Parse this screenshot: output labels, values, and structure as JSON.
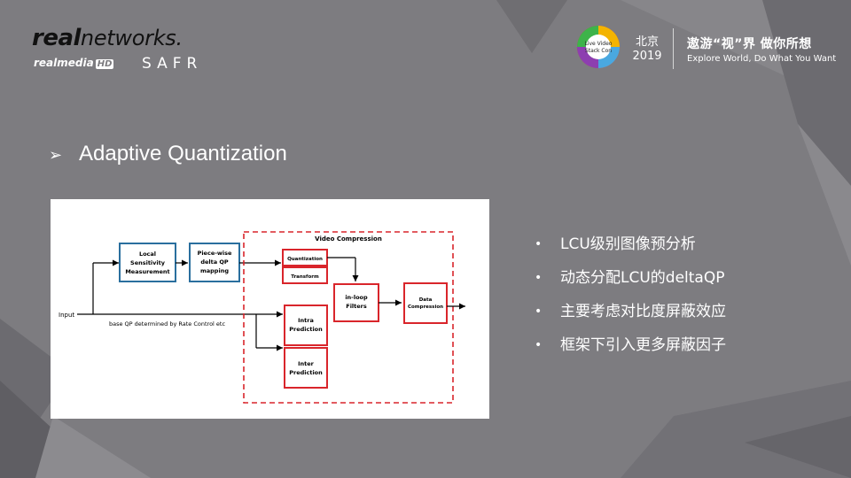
{
  "brand": {
    "real": "real",
    "networks": "networks.",
    "realmedia": "realmedia",
    "hd": "HD",
    "safr": "SAFR"
  },
  "event": {
    "logo_line1": "Live Video",
    "logo_line2": "Stack Con",
    "city": "北京",
    "year": "2019",
    "slogan_cn": "遨游“视”界  做你所想",
    "slogan_en": "Explore World, Do What You Want"
  },
  "heading": {
    "marker": "➢",
    "text": "Adaptive Quantization"
  },
  "diagram": {
    "input_label": "Input",
    "base_qp_label": "base QP determined by Rate Control etc",
    "local_sensitivity": [
      "Local",
      "Sensitivity",
      "Measurement"
    ],
    "piecewise": [
      "Piece-wise",
      "delta QP",
      "mapping"
    ],
    "video_compression": "Video Compression",
    "quantization": "Quantization",
    "transform": "Transform",
    "inloop": [
      "in-loop",
      "Filters"
    ],
    "data_compression": [
      "Data",
      "Compression"
    ],
    "intra": [
      "Intra",
      "Prediction"
    ],
    "inter": [
      "Inter",
      "Prediction"
    ],
    "colors": {
      "blue": "#2a6f9e",
      "red": "#d9252b"
    }
  },
  "bullets": [
    "LCU级别图像预分析",
    "动态分配LCU的deltaQP",
    "主要考虑对比度屏蔽效应",
    "框架下引入更多屏蔽因子"
  ]
}
